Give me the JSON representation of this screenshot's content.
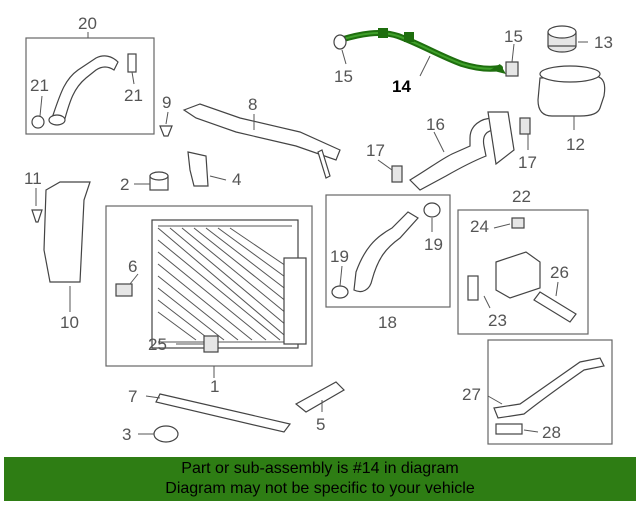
{
  "callouts": {
    "c1": "1",
    "c2": "2",
    "c3": "3",
    "c4": "4",
    "c5": "5",
    "c6": "6",
    "c7": "7",
    "c8": "8",
    "c9": "9",
    "c10": "10",
    "c11": "11",
    "c12": "12",
    "c13": "13",
    "c14": "14",
    "c15a": "15",
    "c15b": "15",
    "c16": "16",
    "c17a": "17",
    "c17b": "17",
    "c18": "18",
    "c19a": "19",
    "c19b": "19",
    "c20": "20",
    "c21a": "21",
    "c21b": "21",
    "c22": "22",
    "c23": "23",
    "c24": "24",
    "c25": "25",
    "c26": "26",
    "c27": "27",
    "c28": "28"
  },
  "highlight_part": "14",
  "colors": {
    "highlight": "#1e6e0e",
    "banner": "#2e7d14"
  },
  "banner": {
    "line1": "Part or sub-assembly is #14 in diagram",
    "line2": "Diagram may not be specific to your vehicle"
  }
}
